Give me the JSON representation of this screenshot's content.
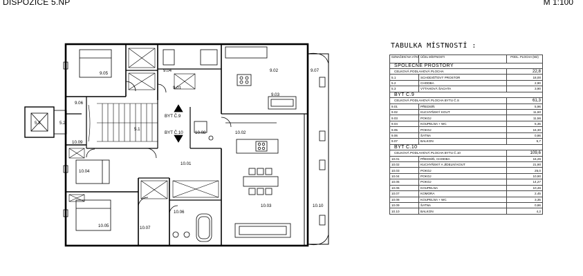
{
  "header": {
    "title": "DISPOZICE 5.NP",
    "scale": "M 1:100"
  },
  "plan": {
    "room_labels": [
      "9.05",
      "9.04",
      "9.02",
      "9.07",
      "9.01",
      "9.03",
      "9.06",
      "5.2",
      "5.3",
      "5.1",
      "BYT Č.9",
      "BYT Č.10",
      "10.08",
      "10.02",
      "10.09",
      "10.04",
      "10.01",
      "10.03",
      "10.10",
      "10.05",
      "10.07",
      "10.06"
    ]
  },
  "table": {
    "title": "TABULKA MÍSTNOSTÍ :",
    "headers": {
      "code": "OZNAČENÍ NA VÝKRESE",
      "purpose": "ÚČEL MÍSTNOSTI",
      "area": "PODL. PLOCHA (M2)"
    },
    "common": {
      "heading": "SPOLEČNÉ PROSTORY",
      "total_label": "CELKOVÁ PODLAHOVÁ PLOCHA",
      "total": "22,8",
      "rows": [
        {
          "code": "5.1",
          "name": "SCHODIŠŤOVÝ PROSTOR",
          "area": "18,00"
        },
        {
          "code": "5.2",
          "name": "CHODBA",
          "area": "2,90"
        },
        {
          "code": "5.3",
          "name": "VÝTAHOVÁ ŠACHTA",
          "area": "3,90"
        }
      ]
    },
    "apt9": {
      "heading": "BYT Č.9",
      "total_label": "CELKOVÁ PODLAHOVÁ PLOCHA BYTU Č.S",
      "total": "61,3",
      "rows": [
        {
          "code": "9.01",
          "name": "PŘEDSÍŇ",
          "area": "5,96"
        },
        {
          "code": "9.02",
          "name": "KUCHYŇSKÝ KOUT",
          "area": "11,60"
        },
        {
          "code": "9.03",
          "name": "POKOJ",
          "area": "11,56"
        },
        {
          "code": "9.04",
          "name": "KOUPELNA + WC",
          "area": "5,35"
        },
        {
          "code": "9.05",
          "name": "POKOJ",
          "area": "16,30"
        },
        {
          "code": "9.06",
          "name": "ŠATNA",
          "area": "0,86"
        },
        {
          "code": "9.07",
          "name": "BALKON",
          "area": "5,7"
        }
      ]
    },
    "apt10": {
      "heading": "BYT Č.10",
      "total_label": "CELKOVÁ PODLAHOVÁ PLOCHA BYTU Č.10",
      "total": "109,6",
      "rows": [
        {
          "code": "10.01",
          "name": "PŘEDSÍŇ, CHODBA",
          "area": "16,26"
        },
        {
          "code": "10.02",
          "name": "KUCHYŇSKÝ A JÍDELNÍ KOUT",
          "area": "21,90"
        },
        {
          "code": "10.03",
          "name": "POKOJ",
          "area": "25,0"
        },
        {
          "code": "10.04",
          "name": "POKOJ",
          "area": "10,90"
        },
        {
          "code": "10.05",
          "name": "POKOJ",
          "area": "14,27"
        },
        {
          "code": "10.06",
          "name": "KOUPELNA",
          "area": "10,46"
        },
        {
          "code": "10.07",
          "name": "KOMORA",
          "area": "2,45"
        },
        {
          "code": "10.08",
          "name": "KOUPELNA + WC",
          "area": "3,35"
        },
        {
          "code": "10.09",
          "name": "ŠATNA",
          "area": "0,86"
        },
        {
          "code": "10.10",
          "name": "BALKON",
          "area": "4,2"
        }
      ]
    }
  }
}
